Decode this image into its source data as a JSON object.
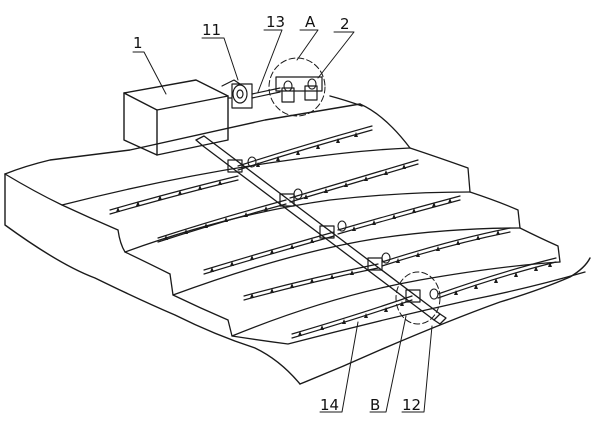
{
  "figure": {
    "callouts": {
      "c1": "1",
      "c11": "11",
      "c13": "13",
      "cA": "A",
      "c2": "2",
      "c14": "14",
      "cB": "B",
      "c12": "12"
    }
  }
}
